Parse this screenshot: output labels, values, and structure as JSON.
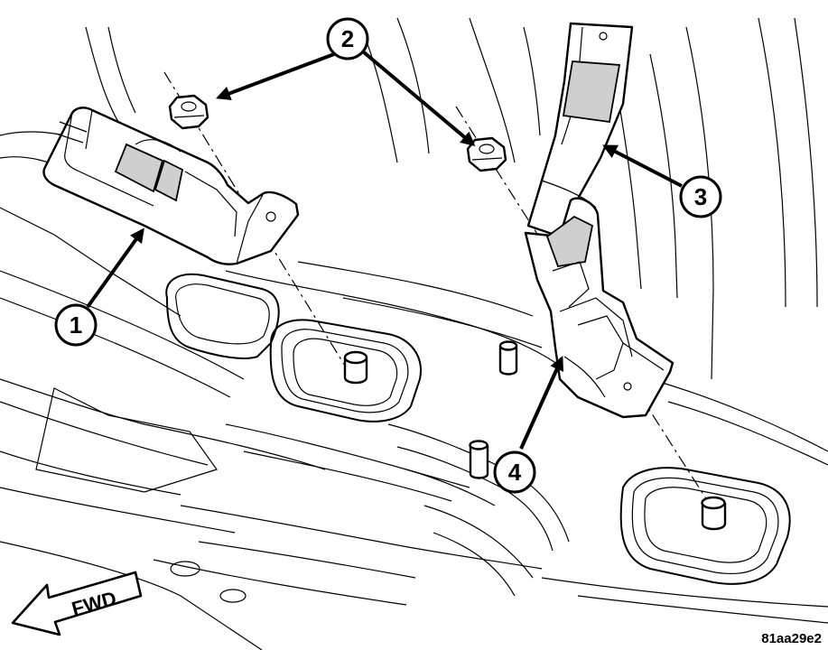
{
  "callouts": {
    "one": "1",
    "two": "2",
    "three": "3",
    "four": "4"
  },
  "direction_label": "FWD",
  "figure_id": "81aa29e2"
}
